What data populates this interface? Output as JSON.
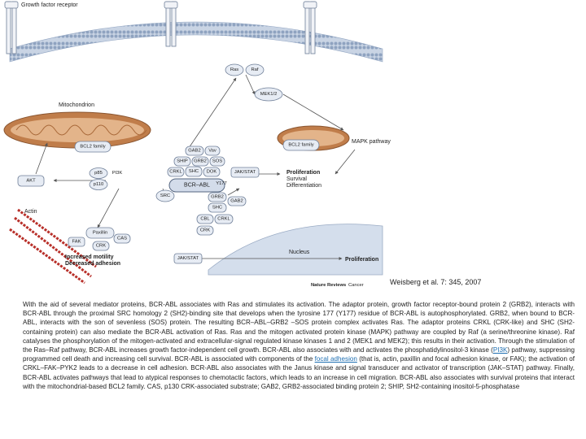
{
  "diagram": {
    "labels": {
      "receptor": "Growth factor receptor",
      "mitochondrion": "Mitochondrion",
      "actin": "Actin",
      "nucleus": "Nucleus",
      "mapk_pathway": "MAPK pathway",
      "outcome_top": [
        "Proliferation",
        "Survival",
        "Differentiation"
      ],
      "outcome_bottom": "Proliferation",
      "motility": [
        "Increased motility",
        "Decreased adhesion"
      ]
    },
    "nodes": {
      "ras": "Ras",
      "raf": "Raf",
      "mek": "MEK1/2",
      "bcl2_left": "BCL2 family",
      "bcl2_right": "BCL2 family",
      "gab2_top": "GAB2",
      "vav": "Vav",
      "ship": "SHIP",
      "grb2_top": "GRB2",
      "sos": "SOS",
      "crkl_top": "CRKL",
      "shc_top": "SHC",
      "dok": "DOK",
      "jak_stat_top": "JAK/STAT",
      "p85": "p85",
      "pi3k": "PI3K",
      "p110": "p110",
      "akt": "AKT",
      "bcr_abl": "BCR–ABL",
      "y177": "Y177",
      "src": "SRC",
      "grb2_bottom": "GRB2",
      "gab2_bottom": "GAB2",
      "shc_bottom": "SHC",
      "cbl": "CBL",
      "crkl_bottom": "CRKL",
      "crk_bottom": "CRK",
      "paxillin": "Paxillin",
      "fak": "FAK",
      "crk_left": "CRK",
      "cas": "CAS",
      "jak_stat_bottom": "JAK/STAT"
    },
    "source": {
      "publisher": "Nature Reviews",
      "journal": "Cancer"
    }
  },
  "citation": "Weisberg et al. 7: 345, 2007",
  "body": {
    "part1": "With the aid of several mediator proteins, BCR-ABL associates with Ras and stimulates its activation. The adaptor protein, growth factor receptor-bound protein 2 (GRB2), interacts with BCR-ABL through the proximal SRC homology 2 (SH2)-binding site that develops when the tyrosine 177 (Y177) residue of BCR-ABL is autophosphorylated. GRB2, when bound to BCR-ABL, interacts with the son of sevenless (SOS) protein. The resulting BCR–ABL–GRB2 –SOS protein complex activates Ras. The adaptor proteins CRKL (CRK-like) and SHC (SH2-containing protein) can also mediate the BCR-ABL activation of Ras. Ras and the mitogen activated protein kinase (MAPK) pathway are coupled by Raf (a serine/threonine kinase). Raf catalyses the phosphorylation of the mitogen-activated and extracellular-signal regulated kinase kinases 1 and 2 (MEK1 and MEK2); this results in their activation. Through the stimulation of the Ras–Raf pathway, BCR-ABL increases growth factor-independent cell growth. BCR-ABL also associates with and activates the phosphatidylinositol-3 kinase (",
    "link_pi3k": "PI3K",
    "part2": ") pathway, suppressing programmed cell death and increasing cell survival. BCR-ABL is associated with components of the ",
    "link_focal": "focal adhesion",
    "part3": " (that is, actin, paxillin and focal adhesion kinase, or FAK); the activation of CRKL–FAK–PYK2 leads to a decrease in cell adhesion. BCR-ABL also associates with the Janus kinase and signal transducer and activator of transcription (JAK–STAT) pathway. Finally, BCR-ABL activates pathways that lead to atypical responses to chemotactic factors, which leads to an increase in cell migration. BCR-ABL also associates with survival proteins that interact with the mitochondrial-based BCL2 family. CAS, p130 CRK-associated substrate; GAB2, GRB2-associated binding protein 2; SHIP, SH2-containing inositol-5-phosphatase"
  },
  "colors": {
    "membrane": "#a8b8cf",
    "node_fill": "#e7ecf4",
    "node_stroke": "#6f7f98",
    "nucleus": "#d4deec",
    "mito_outer": "#c07d4a",
    "mito_inner": "#e3b48a",
    "actin": "#b8302a",
    "link": "#1f6fb2"
  }
}
